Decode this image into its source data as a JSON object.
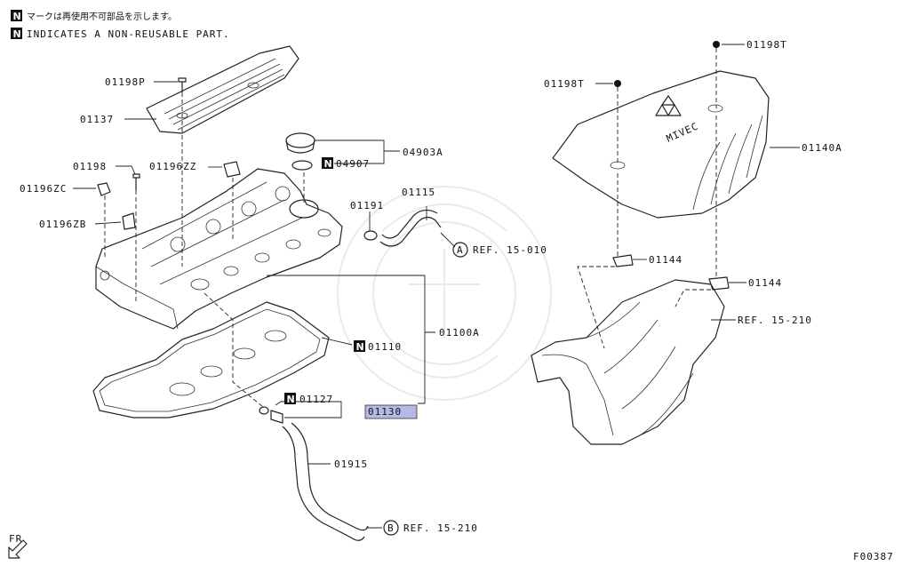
{
  "legend": {
    "badge": "N",
    "jp_text": "マークは再使用不可部品を示します。",
    "en_text": "INDICATES A NON-REUSABLE PART."
  },
  "callouts": {
    "p01198P": "01198P",
    "p01137": "01137",
    "p01198": "01198",
    "p01196ZZ": "01196ZZ",
    "p01196ZC": "01196ZC",
    "p01196ZB": "01196ZB",
    "p04903A": "04903A",
    "p04907": "04907",
    "p01115": "01115",
    "p01191": "01191",
    "refA": "REF. 15-010",
    "p01100A": "01100A",
    "p01110": "01110",
    "p01127": "01127",
    "p01130": "01130",
    "p01915": "01915",
    "refB": "REF. 15-210",
    "p01198T_left": "01198T",
    "p01198T_right": "01198T",
    "p01140A": "01140A",
    "p01144_left": "01144",
    "p01144_right": "01144",
    "refManifold": "REF. 15-210"
  },
  "circle_labels": {
    "a": "A",
    "b": "B"
  },
  "cover_logo": "MIVEC",
  "fr_label": "FR",
  "figure_id": "F00387",
  "colors": {
    "highlight": "#b8b8e6",
    "ink": "#111111"
  }
}
